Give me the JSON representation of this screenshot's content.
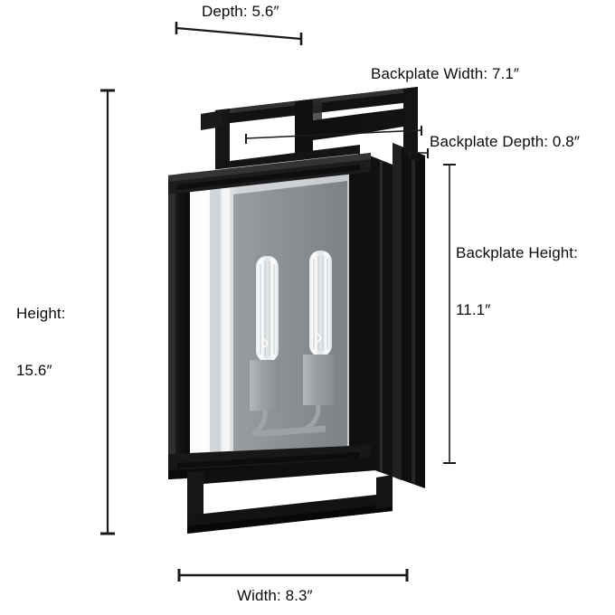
{
  "diagram": {
    "type": "product-dimension-diagram",
    "product": "two-light outdoor wall sconce lantern",
    "unit": "inches",
    "unit_symbol": "″",
    "background_color": "#ffffff",
    "line_color": "#1a1a1a",
    "frame_color": "#141414",
    "backplate_color": "#8d9196",
    "glass_color": "#b9bdc2",
    "socket_color": "#9aa0a4",
    "text_color": "#0b0b0b"
  },
  "measurements": {
    "depth": {
      "label": "Depth: 5.6″",
      "name": "Depth",
      "value": 5.6
    },
    "backplate_width": {
      "label": "Backplate Width: 7.1″",
      "name": "Backplate Width",
      "value": 7.1
    },
    "backplate_depth": {
      "label": "Backplate Depth: 0.8″",
      "name": "Backplate Depth",
      "value": 0.8
    },
    "backplate_height": {
      "label_line1": "Backplate Height:",
      "label_line2": "11.1″",
      "name": "Backplate Height",
      "value": 11.1
    },
    "height": {
      "label_line1": "Height:",
      "label_line2": "15.6″",
      "name": "Height",
      "value": 15.6
    },
    "width": {
      "label": "Width: 8.3″",
      "name": "Width",
      "value": 8.3
    }
  },
  "fixture": {
    "bulb_count": 2,
    "bulb_style": "ribbed tubular filament",
    "finish": "matte black"
  }
}
